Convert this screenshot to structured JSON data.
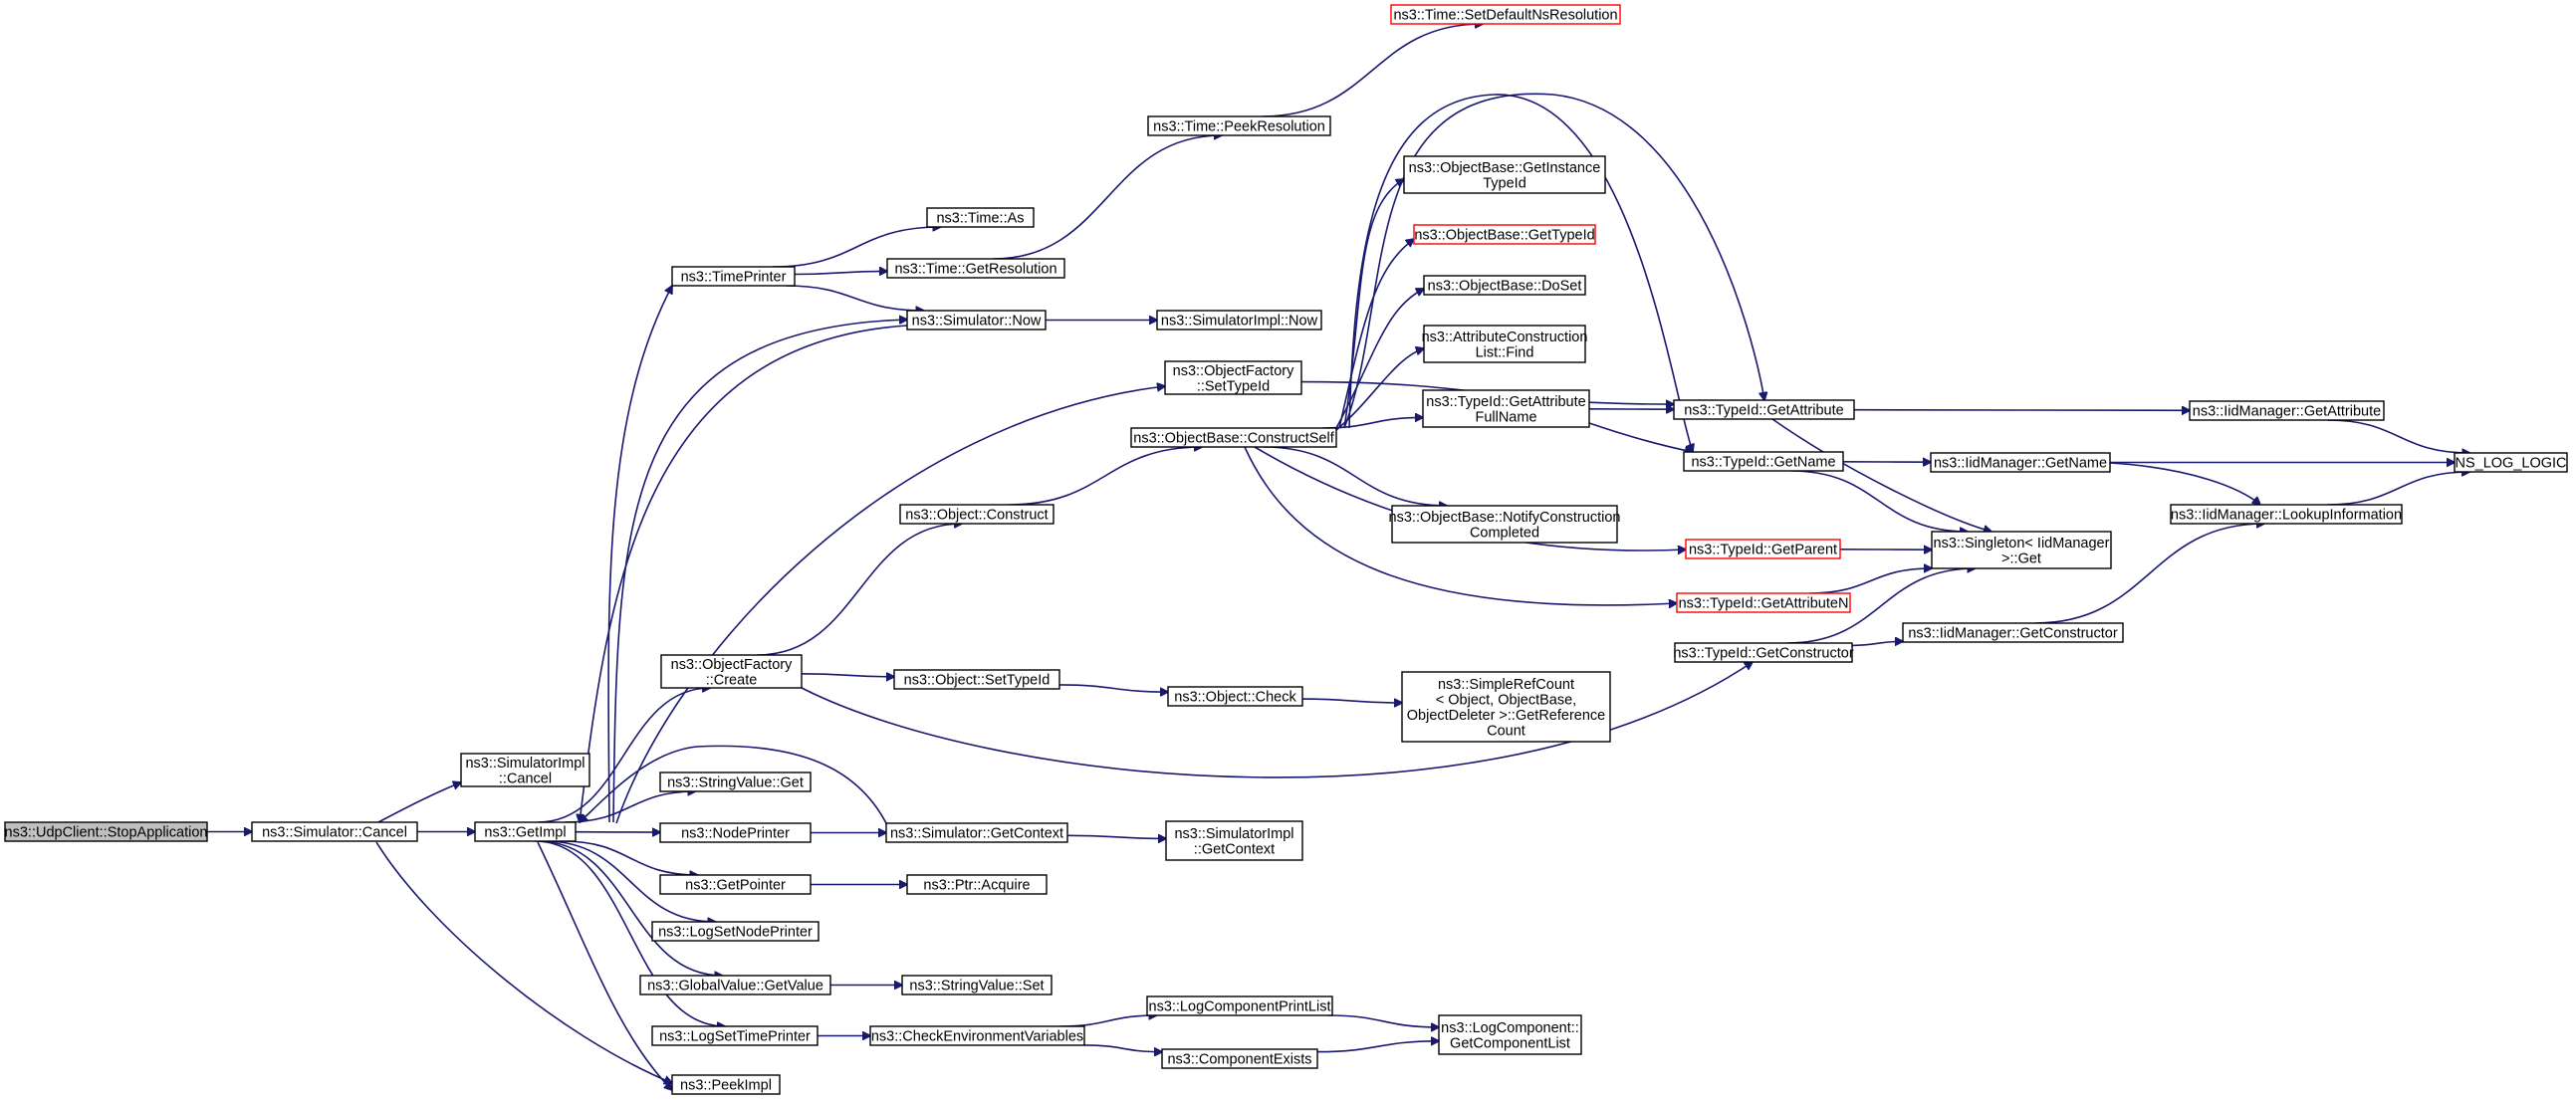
{
  "graph": {
    "colors": {
      "edge": "#191970",
      "node_border": "#000000",
      "root_fill": "#bfbfbf",
      "highlight_border": "#ff0000",
      "node_fill": "#ffffff"
    },
    "nodes": [
      {
        "id": "udp",
        "lines": [
          "ns3::UdpClient::StopApplication"
        ],
        "style": "root"
      },
      {
        "id": "simcancel",
        "lines": [
          "ns3::Simulator::Cancel"
        ]
      },
      {
        "id": "simimplcancel",
        "lines": [
          "ns3::SimulatorImpl",
          "::Cancel"
        ]
      },
      {
        "id": "getimpl",
        "lines": [
          "ns3::GetImpl"
        ]
      },
      {
        "id": "peekimpl",
        "lines": [
          "ns3::PeekImpl"
        ]
      },
      {
        "id": "timeprinter",
        "lines": [
          "ns3::TimePrinter"
        ]
      },
      {
        "id": "timeas",
        "lines": [
          "ns3::Time::As"
        ]
      },
      {
        "id": "timegetres",
        "lines": [
          "ns3::Time::GetResolution"
        ]
      },
      {
        "id": "timepeekres",
        "lines": [
          "ns3::Time::PeekResolution"
        ]
      },
      {
        "id": "timesetdef",
        "lines": [
          "ns3::Time::SetDefaultNsResolution"
        ],
        "style": "red"
      },
      {
        "id": "simnow",
        "lines": [
          "ns3::Simulator::Now"
        ]
      },
      {
        "id": "simimplnow",
        "lines": [
          "ns3::SimulatorImpl::Now"
        ]
      },
      {
        "id": "ofsettypeid",
        "lines": [
          "ns3::ObjectFactory",
          "::SetTypeId"
        ]
      },
      {
        "id": "obconstructself",
        "lines": [
          "ns3::ObjectBase::ConstructSelf"
        ]
      },
      {
        "id": "objconstruct",
        "lines": [
          "ns3::Object::Construct"
        ]
      },
      {
        "id": "ofcreate",
        "lines": [
          "ns3::ObjectFactory",
          "::Create"
        ]
      },
      {
        "id": "objsettypeid",
        "lines": [
          "ns3::Object::SetTypeId"
        ]
      },
      {
        "id": "objcheck",
        "lines": [
          "ns3::Object::Check"
        ]
      },
      {
        "id": "simplerefcount",
        "lines": [
          "ns3::SimpleRefCount",
          "< Object, ObjectBase,",
          " ObjectDeleter >::GetReference",
          "Count"
        ]
      },
      {
        "id": "obgetinstance",
        "lines": [
          "ns3::ObjectBase::GetInstance",
          "TypeId"
        ]
      },
      {
        "id": "obgettypeid",
        "lines": [
          "ns3::ObjectBase::GetTypeId"
        ],
        "style": "red"
      },
      {
        "id": "obdoset",
        "lines": [
          "ns3::ObjectBase::DoSet"
        ]
      },
      {
        "id": "attrconsfind",
        "lines": [
          "ns3::AttributeConstruction",
          "List::Find"
        ]
      },
      {
        "id": "tidgetattrfull",
        "lines": [
          "ns3::TypeId::GetAttribute",
          "FullName"
        ]
      },
      {
        "id": "obnotify",
        "lines": [
          "ns3::ObjectBase::NotifyConstruction",
          "Completed"
        ]
      },
      {
        "id": "tidgetattr",
        "lines": [
          "ns3::TypeId::GetAttribute"
        ]
      },
      {
        "id": "tidgetname",
        "lines": [
          "ns3::TypeId::GetName"
        ]
      },
      {
        "id": "tidgetparent",
        "lines": [
          "ns3::TypeId::GetParent"
        ],
        "style": "red"
      },
      {
        "id": "tidgetattrn",
        "lines": [
          "ns3::TypeId::GetAttributeN"
        ],
        "style": "red"
      },
      {
        "id": "tidgetcons",
        "lines": [
          "ns3::TypeId::GetConstructor"
        ]
      },
      {
        "id": "singleton",
        "lines": [
          "ns3::Singleton< IidManager",
          " >::Get"
        ]
      },
      {
        "id": "iidgetattr",
        "lines": [
          "ns3::IidManager::GetAttribute"
        ]
      },
      {
        "id": "iidgetname",
        "lines": [
          "ns3::IidManager::GetName"
        ]
      },
      {
        "id": "iidgetcons",
        "lines": [
          "ns3::IidManager::GetConstructor"
        ]
      },
      {
        "id": "iidlookup",
        "lines": [
          "ns3::IidManager::LookupInformation"
        ]
      },
      {
        "id": "nslog",
        "lines": [
          "NS_LOG_LOGIC"
        ]
      },
      {
        "id": "strvalget",
        "lines": [
          "ns3::StringValue::Get"
        ]
      },
      {
        "id": "nodeprinter",
        "lines": [
          "ns3::NodePrinter"
        ]
      },
      {
        "id": "simgetctx",
        "lines": [
          "ns3::Simulator::GetContext"
        ]
      },
      {
        "id": "simimplgetctx",
        "lines": [
          "ns3::SimulatorImpl",
          "::GetContext"
        ]
      },
      {
        "id": "getpointer",
        "lines": [
          "ns3::GetPointer"
        ]
      },
      {
        "id": "ptracquire",
        "lines": [
          "ns3::Ptr::Acquire"
        ]
      },
      {
        "id": "logsetnodeprinter",
        "lines": [
          "ns3::LogSetNodePrinter"
        ]
      },
      {
        "id": "gvgetvalue",
        "lines": [
          "ns3::GlobalValue::GetValue"
        ]
      },
      {
        "id": "strvalset",
        "lines": [
          "ns3::StringValue::Set"
        ]
      },
      {
        "id": "logsettimeprinter",
        "lines": [
          "ns3::LogSetTimePrinter"
        ]
      },
      {
        "id": "checkenv",
        "lines": [
          "ns3::CheckEnvironmentVariables"
        ]
      },
      {
        "id": "logcompprintlist",
        "lines": [
          "ns3::LogComponentPrintList"
        ]
      },
      {
        "id": "compexists",
        "lines": [
          "ns3::ComponentExists"
        ]
      },
      {
        "id": "logcompgetlist",
        "lines": [
          "ns3::LogComponent::",
          "GetComponentList"
        ]
      }
    ],
    "edges": [
      [
        "udp",
        "simcancel"
      ],
      [
        "simcancel",
        "simimplcancel"
      ],
      [
        "simcancel",
        "getimpl"
      ],
      [
        "simcancel",
        "peekimpl"
      ],
      [
        "getimpl",
        "timeprinter"
      ],
      [
        "getimpl",
        "simnow"
      ],
      [
        "getimpl",
        "ofsettypeid"
      ],
      [
        "getimpl",
        "ofcreate"
      ],
      [
        "getimpl",
        "strvalget"
      ],
      [
        "getimpl",
        "nodeprinter"
      ],
      [
        "getimpl",
        "getpointer"
      ],
      [
        "getimpl",
        "logsetnodeprinter"
      ],
      [
        "getimpl",
        "gvgetvalue"
      ],
      [
        "getimpl",
        "logsettimeprinter"
      ],
      [
        "getimpl",
        "peekimpl"
      ],
      [
        "timeprinter",
        "timeas"
      ],
      [
        "timeprinter",
        "timegetres"
      ],
      [
        "timeprinter",
        "simnow"
      ],
      [
        "timegetres",
        "timepeekres"
      ],
      [
        "timepeekres",
        "timesetdef"
      ],
      [
        "simnow",
        "simimplnow"
      ],
      [
        "simnow",
        "getimpl"
      ],
      [
        "ofsettypeid",
        "tidgetattr"
      ],
      [
        "ofcreate",
        "objconstruct"
      ],
      [
        "ofcreate",
        "objsettypeid"
      ],
      [
        "ofcreate",
        "tidgetcons"
      ],
      [
        "objconstruct",
        "obconstructself"
      ],
      [
        "objsettypeid",
        "objcheck"
      ],
      [
        "objcheck",
        "simplerefcount"
      ],
      [
        "obconstructself",
        "obgetinstance"
      ],
      [
        "obconstructself",
        "obgettypeid"
      ],
      [
        "obconstructself",
        "obdoset"
      ],
      [
        "obconstructself",
        "attrconsfind"
      ],
      [
        "obconstructself",
        "tidgetattrfull"
      ],
      [
        "obconstructself",
        "tidgetname"
      ],
      [
        "obconstructself",
        "obnotify"
      ],
      [
        "obconstructself",
        "tidgetparent"
      ],
      [
        "obconstructself",
        "tidgetattrn"
      ],
      [
        "obconstructself",
        "tidgetattr"
      ],
      [
        "tidgetattrfull",
        "tidgetattr"
      ],
      [
        "tidgetattrfull",
        "tidgetname"
      ],
      [
        "tidgetattr",
        "iidgetattr"
      ],
      [
        "tidgetattr",
        "singleton"
      ],
      [
        "tidgetname",
        "iidgetname"
      ],
      [
        "tidgetname",
        "singleton"
      ],
      [
        "tidgetparent",
        "singleton"
      ],
      [
        "tidgetattrn",
        "singleton"
      ],
      [
        "tidgetcons",
        "iidgetcons"
      ],
      [
        "tidgetcons",
        "singleton"
      ],
      [
        "iidgetattr",
        "nslog"
      ],
      [
        "iidgetname",
        "nslog"
      ],
      [
        "iidgetname",
        "iidlookup"
      ],
      [
        "iidgetcons",
        "iidlookup"
      ],
      [
        "iidlookup",
        "nslog"
      ],
      [
        "nodeprinter",
        "simgetctx"
      ],
      [
        "simgetctx",
        "simimplgetctx"
      ],
      [
        "simgetctx",
        "getimpl"
      ],
      [
        "getpointer",
        "ptracquire"
      ],
      [
        "gvgetvalue",
        "strvalset"
      ],
      [
        "logsettimeprinter",
        "checkenv"
      ],
      [
        "checkenv",
        "logcompprintlist"
      ],
      [
        "checkenv",
        "compexists"
      ],
      [
        "logcompprintlist",
        "logcompgetlist"
      ],
      [
        "compexists",
        "logcompgetlist"
      ]
    ]
  }
}
